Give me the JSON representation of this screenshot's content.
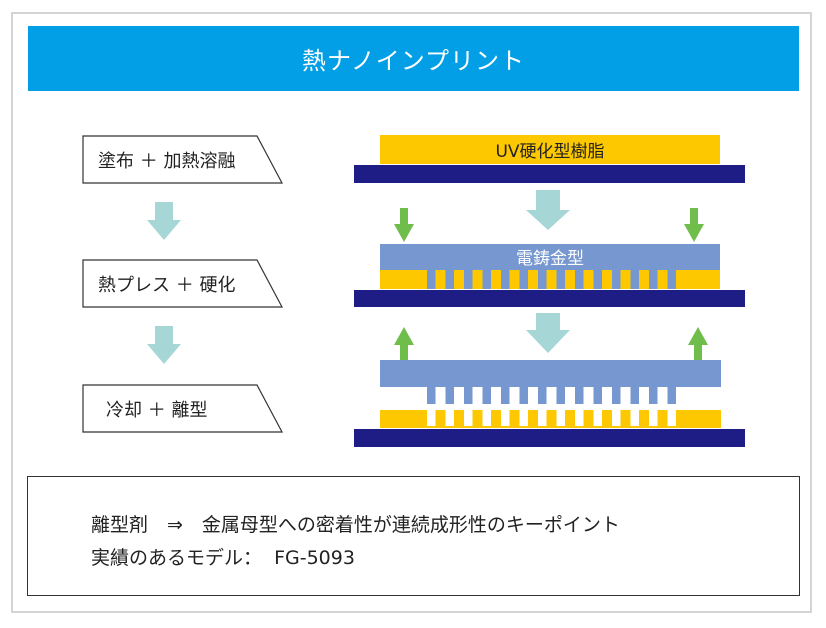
{
  "title": "熱ナノインプリント",
  "colors": {
    "banner": "#039fe6",
    "resin": "#fdc800",
    "substrate": "#1e1d86",
    "mold": "#7697cf",
    "flow_arrow": "#a6d6d6",
    "press_arrow": "#6fbe4c"
  },
  "steps": [
    {
      "label": "塗布 ＋ 加熱溶融"
    },
    {
      "label": "熱プレス ＋ 硬化"
    },
    {
      "label": "冷却 ＋ 離型"
    }
  ],
  "diagram": {
    "resin_label": "UV硬化型樹脂",
    "mold_label": "電鋳金型",
    "tooth_count": 14,
    "stages": [
      {
        "name": "coating",
        "side_arrows": "none"
      },
      {
        "name": "pressing",
        "side_arrows": "down"
      },
      {
        "name": "release",
        "side_arrows": "up"
      }
    ]
  },
  "note": {
    "line1": "離型剤　⇒　金属母型への密着性が連続成形性のキーポイント",
    "line2": "実績のあるモデル：  FG-5093"
  }
}
